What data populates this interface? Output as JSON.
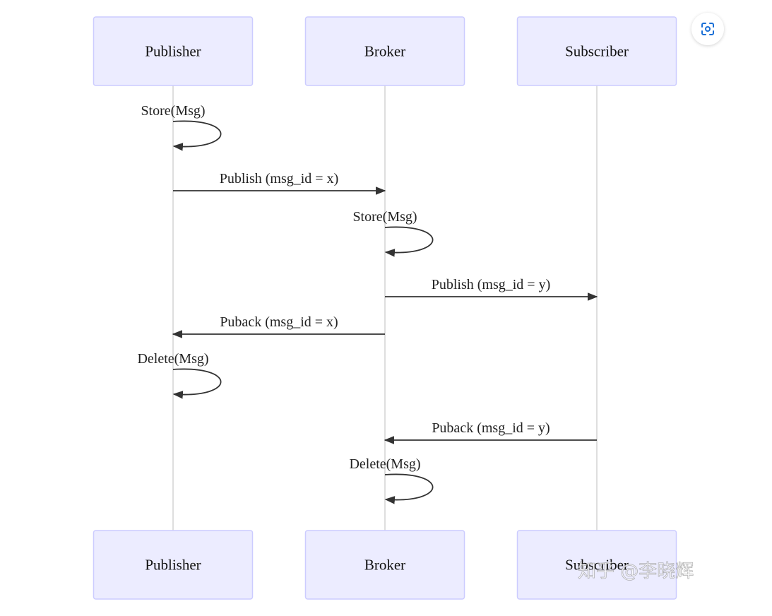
{
  "actors": [
    {
      "id": "publisher",
      "label": "Publisher"
    },
    {
      "id": "broker",
      "label": "Broker"
    },
    {
      "id": "subscriber",
      "label": "Subscriber"
    }
  ],
  "messages": [
    {
      "from": "publisher",
      "to": "publisher",
      "label": "Store(Msg)"
    },
    {
      "from": "publisher",
      "to": "broker",
      "label": "Publish (msg_id = x)"
    },
    {
      "from": "broker",
      "to": "broker",
      "label": "Store(Msg)"
    },
    {
      "from": "broker",
      "to": "subscriber",
      "label": "Publish (msg_id = y)"
    },
    {
      "from": "broker",
      "to": "publisher",
      "label": "Puback (msg_id = x)"
    },
    {
      "from": "publisher",
      "to": "publisher",
      "label": "Delete(Msg)"
    },
    {
      "from": "subscriber",
      "to": "broker",
      "label": "Puback (msg_id = y)"
    },
    {
      "from": "broker",
      "to": "broker",
      "label": "Delete(Msg)"
    }
  ],
  "watermark": "知乎 @李晓辉",
  "colors": {
    "actor_fill": "#ECECFF",
    "actor_border": "#CCCCFF",
    "line": "#333333",
    "lifeline": "#d4d4d4"
  },
  "icons": {
    "scan": "scan-image-icon"
  }
}
